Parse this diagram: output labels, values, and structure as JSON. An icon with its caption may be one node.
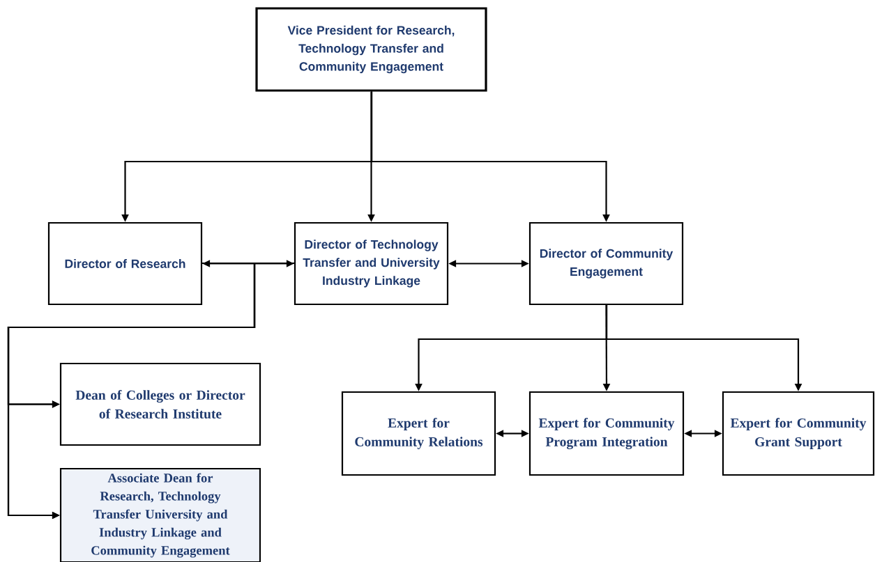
{
  "diagram": {
    "nodes": [
      {
        "text": [
          "Vice President for Research, Technology Transfer and Community Engagement"
        ]
      },
      {
        "text": [
          "Director of Research"
        ]
      },
      {
        "text": [
          "Director of Technology Transfer and University Industry Linkage"
        ]
      },
      {
        "text": [
          "Director of Community Engagement"
        ]
      },
      {
        "text": [
          "Dean of Colleges or Director of Research Institute"
        ]
      },
      {
        "text": [
          "Associate Dean for Research, Technology Transfer University and Industry Linkage and Community Engagement"
        ]
      },
      {
        "text": [
          "Expert for Community Relations"
        ]
      },
      {
        "text": [
          "Expert for Community Program Integration"
        ]
      },
      {
        "text": [
          "Expert for Community Grant Support"
        ]
      }
    ],
    "edges": [
      {
        "from": 0,
        "to": 1,
        "arrow": "to"
      },
      {
        "from": 0,
        "to": 2,
        "arrow": "to"
      },
      {
        "from": 0,
        "to": 3,
        "arrow": "to"
      },
      {
        "from": 1,
        "to": 2,
        "arrow": "both"
      },
      {
        "from": 1,
        "to": 4,
        "arrow": "to"
      },
      {
        "from": 1,
        "to": 5,
        "arrow": "to"
      },
      {
        "from": 2,
        "to": 4,
        "arrow": "to"
      },
      {
        "from": 2,
        "to": 5,
        "arrow": "to"
      },
      {
        "from": 2,
        "to": 3,
        "arrow": "both"
      },
      {
        "from": 3,
        "to": 6,
        "arrow": "to"
      },
      {
        "from": 3,
        "to": 7,
        "arrow": "to"
      },
      {
        "from": 3,
        "to": 8,
        "arrow": "to"
      },
      {
        "from": 6,
        "to": 7,
        "arrow": "both"
      },
      {
        "from": 7,
        "to": 8,
        "arrow": "both"
      }
    ]
  }
}
